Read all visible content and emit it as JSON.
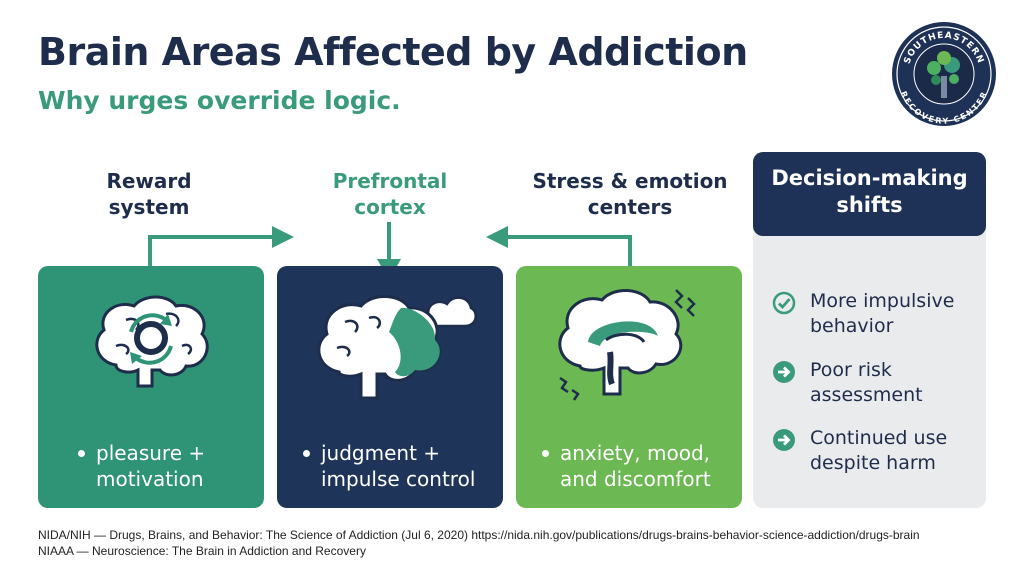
{
  "header": {
    "title": "Brain Areas Affected by Addiction",
    "subtitle": "Why urges override logic."
  },
  "logo": {
    "top_text": "SOUTHEASTERN",
    "bottom_text": "RECOVERY CENTER"
  },
  "areas": [
    {
      "label_line1": "Reward",
      "label_line2": "system",
      "bullet_line1": "pleasure +",
      "bullet_line2": "motivation",
      "color": "#2f9376"
    },
    {
      "label_line1": "Prefrontal",
      "label_line2": "cortex",
      "bullet_line1": "judgment +",
      "bullet_line2": "impulse control",
      "color": "#1e3559"
    },
    {
      "label_line1": "Stress & emotion",
      "label_line2": "centers",
      "bullet_line1": "anxiety, mood,",
      "bullet_line2": "and discomfort",
      "color": "#6cb852"
    }
  ],
  "decision": {
    "title_line1": "Decision-making",
    "title_line2": "shifts",
    "items": [
      {
        "line1": "More impulsive",
        "line2": "behavior",
        "icon": "check-circle-icon"
      },
      {
        "line1": "Poor risk",
        "line2": "assessment",
        "icon": "arrow-right-circle-icon"
      },
      {
        "line1": "Continued use",
        "line2": "despite harm",
        "icon": "arrow-right-circle-icon"
      }
    ]
  },
  "references": [
    "NIDA/NIH — Drugs, Brains, and Behavior: The Science of Addiction (Jul 6, 2020) https://nida.nih.gov/publications/drugs-brains-behavior-science-addiction/drugs-brain",
    "NIAAA — Neuroscience: The Brain in Addiction and Recovery"
  ],
  "colors": {
    "navy": "#1e2d4c",
    "teal": "#3a9b7c",
    "green": "#6cb852",
    "panel_bg": "#eaebed"
  }
}
